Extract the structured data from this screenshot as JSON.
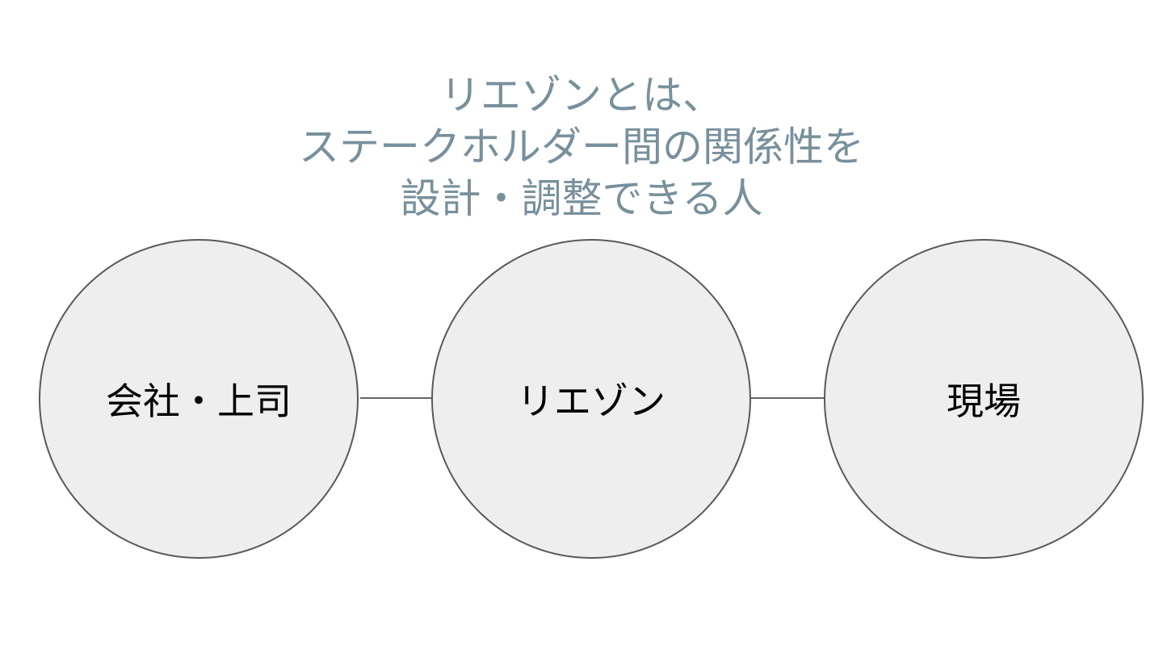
{
  "title": {
    "lines": [
      "リエゾンとは、",
      "ステークホルダー間の関係性を",
      "設計・調整できる人"
    ]
  },
  "diagram": {
    "nodes": [
      {
        "label": "会社・上司"
      },
      {
        "label": "リエゾン"
      },
      {
        "label": "現場"
      }
    ]
  },
  "colors": {
    "title": "#78909c",
    "circle_fill": "#eeeeee",
    "circle_stroke": "#595959",
    "connector": "#666666",
    "label": "#000000"
  }
}
